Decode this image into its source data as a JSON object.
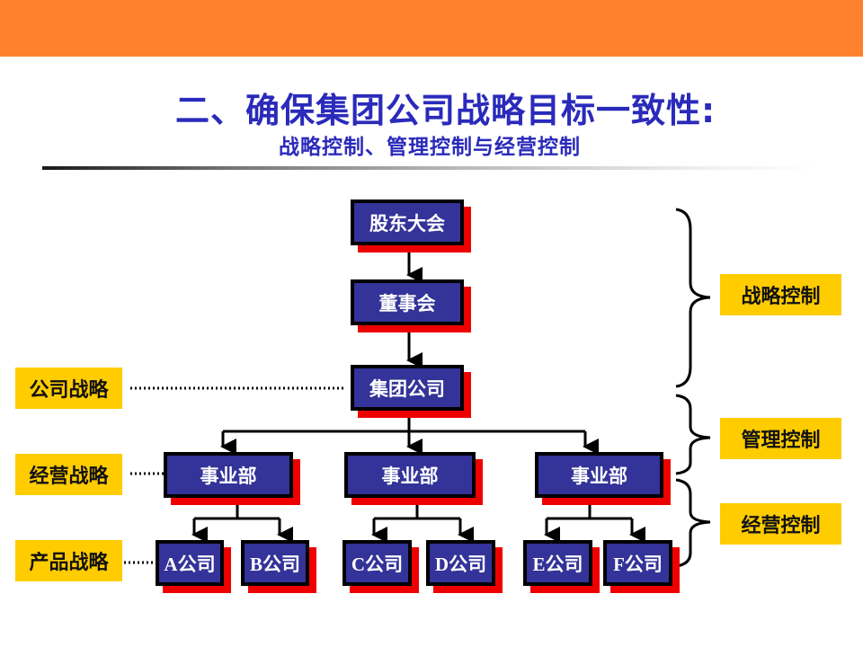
{
  "header": {
    "title": "二、确保集团公司战略目标一致性:",
    "subtitle": "战略控制、管理控制与经营控制"
  },
  "colors": {
    "topbar": "#ff812e",
    "title": "#2a2abb",
    "node_fill": "#333399",
    "node_shadow": "#ee0000",
    "tag_fill": "#ffcc00"
  },
  "hierarchy": {
    "shareholders": "股东大会",
    "board": "董事会",
    "group": "集团公司",
    "divisions": [
      "事业部",
      "事业部",
      "事业部"
    ],
    "companies": [
      "A公司",
      "B公司",
      "C公司",
      "D公司",
      "E公司",
      "F公司"
    ]
  },
  "left_labels": [
    "公司战略",
    "经营战略",
    "产品战略"
  ],
  "right_labels": [
    "战略控制",
    "管理控制",
    "经营控制"
  ]
}
